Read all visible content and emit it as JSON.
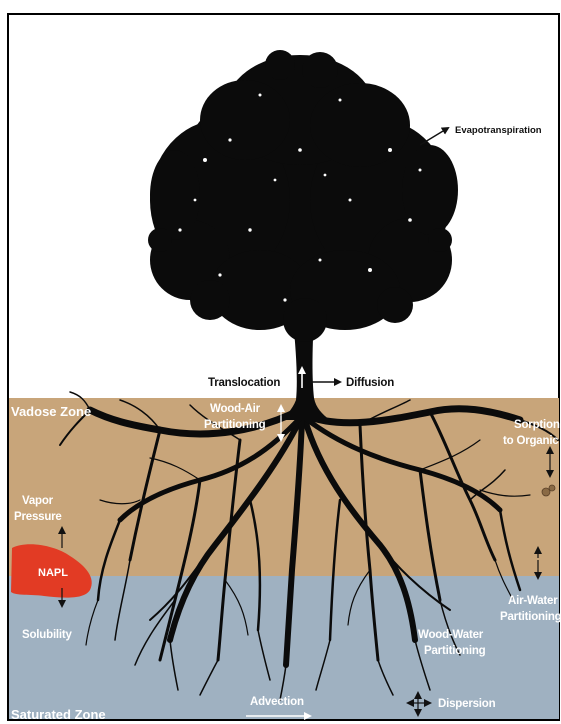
{
  "colors": {
    "vadose": "#c8a57a",
    "saturated": "#9fb1c1",
    "napl": "#e23b24",
    "tree": "#0b0b0b",
    "border": "#000000"
  },
  "labels": {
    "evapotranspiration": "Evapotranspiration",
    "translocation": "Translocation",
    "diffusion": "Diffusion",
    "vadose_zone": "Vadose Zone",
    "wood_air_1": "Wood-Air",
    "wood_air_2": "Partitioning",
    "sorption_1": "Sorption",
    "sorption_2": "to Organic",
    "vapor_1": "Vapor",
    "vapor_2": "Pressure",
    "napl": "NAPL",
    "solubility": "Solubility",
    "air_water_1": "Air-Water",
    "air_water_2": "Partitioning",
    "wood_water_1": "Wood-Water",
    "wood_water_2": "Partitioning",
    "advection": "Advection",
    "dispersion": "Dispersion",
    "saturated_zone": "Saturated Zone"
  }
}
